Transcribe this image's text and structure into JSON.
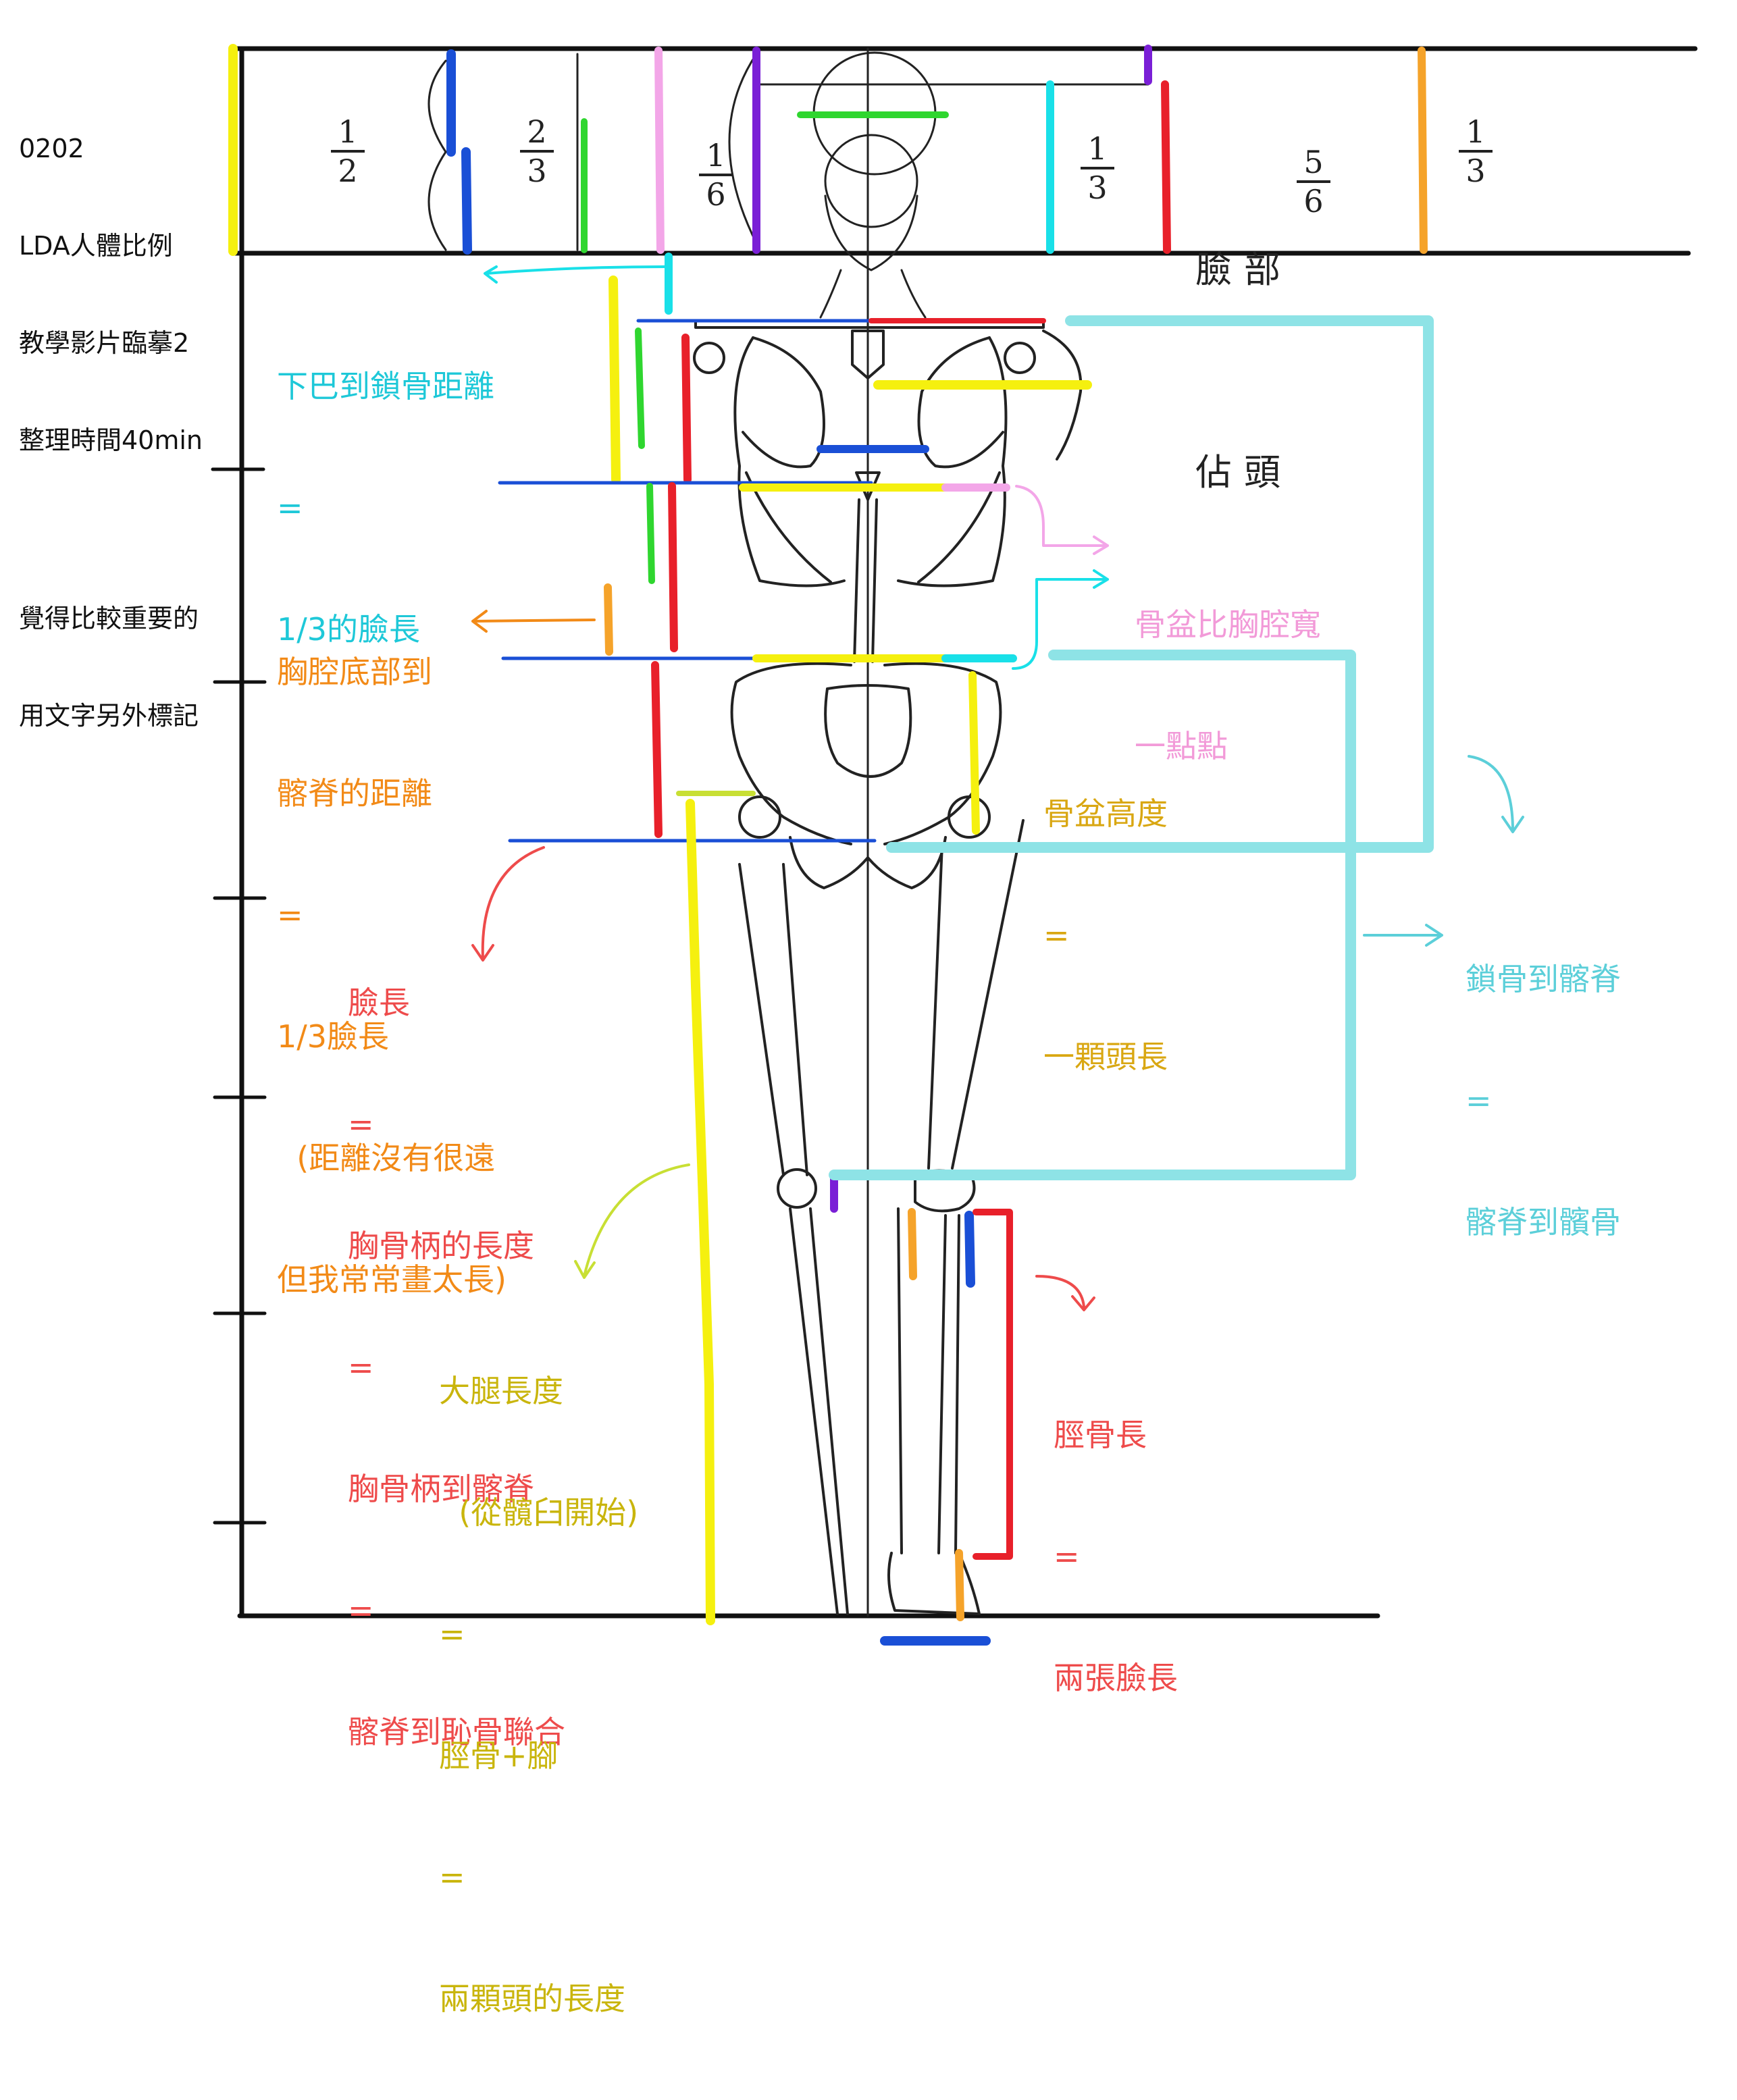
{
  "header_note": [
    "0202",
    "LDA人體比例",
    "教學影片臨摹2",
    "整理時間40min",
    "",
    "覺得比較重要的",
    "用文字另外標記"
  ],
  "fractions": {
    "half": {
      "num": "1",
      "den": "2"
    },
    "two_thirds": {
      "num": "2",
      "den": "3"
    },
    "one_sixth": {
      "num": "1",
      "den": "6"
    },
    "one_third_a": {
      "num": "1",
      "den": "3"
    },
    "five_sixths": {
      "num": "5",
      "den": "6"
    },
    "one_third_b": {
      "num": "1",
      "den": "3"
    }
  },
  "face_label": {
    "line1": "臉部",
    "line2": "佔頭"
  },
  "annotations": {
    "chin_clavicle": {
      "lines": [
        "下巴到鎖骨距離",
        "=",
        "1/3的臉長"
      ],
      "color": "#1ec8d8"
    },
    "pelvis_wider": {
      "lines": [
        "骨盆比胸腔寬",
        "一點點"
      ],
      "color": "#f29ad8"
    },
    "thorax_iliac": {
      "lines": [
        "胸腔底部到",
        "髂脊的距離",
        "=",
        "1/3臉長",
        "  (距離沒有很遠",
        "但我常常畫太長)"
      ],
      "color": "#f28a17"
    },
    "pelvis_height": {
      "lines": [
        "骨盆高度",
        "=",
        "一顆頭長"
      ],
      "color": "#d9a712"
    },
    "face_length": {
      "lines": [
        "臉長",
        "=",
        "胸骨柄的長度",
        "=",
        "胸骨柄到髂脊",
        "=",
        "髂脊到恥骨聯合"
      ],
      "color": "#ee4b4b"
    },
    "clavicle_iliac": {
      "lines": [
        "鎖骨到髂脊",
        "=",
        "髂脊到髕骨"
      ],
      "color": "#5ccfd9"
    },
    "thigh_length": {
      "lines": [
        "大腿長度",
        "  (從髖臼開始)",
        "=",
        "脛骨+腳",
        "=",
        "兩顆頭的長度"
      ],
      "color": "#c9b50c"
    },
    "tibia_length": {
      "lines": [
        "脛骨長",
        "=",
        "兩張臉長"
      ],
      "color": "#ee4b4b"
    }
  },
  "colors": {
    "frame": "#111111",
    "yellow": "#f5f00f",
    "blue": "#1a4fd6",
    "green": "#2fd62f",
    "pink": "#f3a6e8",
    "purple": "#7a1fd6",
    "cyan": "#19e0e8",
    "red": "#e8202a",
    "orange": "#f5a32a",
    "light_cyan": "#8ee3e6",
    "lime": "#c8df34"
  }
}
